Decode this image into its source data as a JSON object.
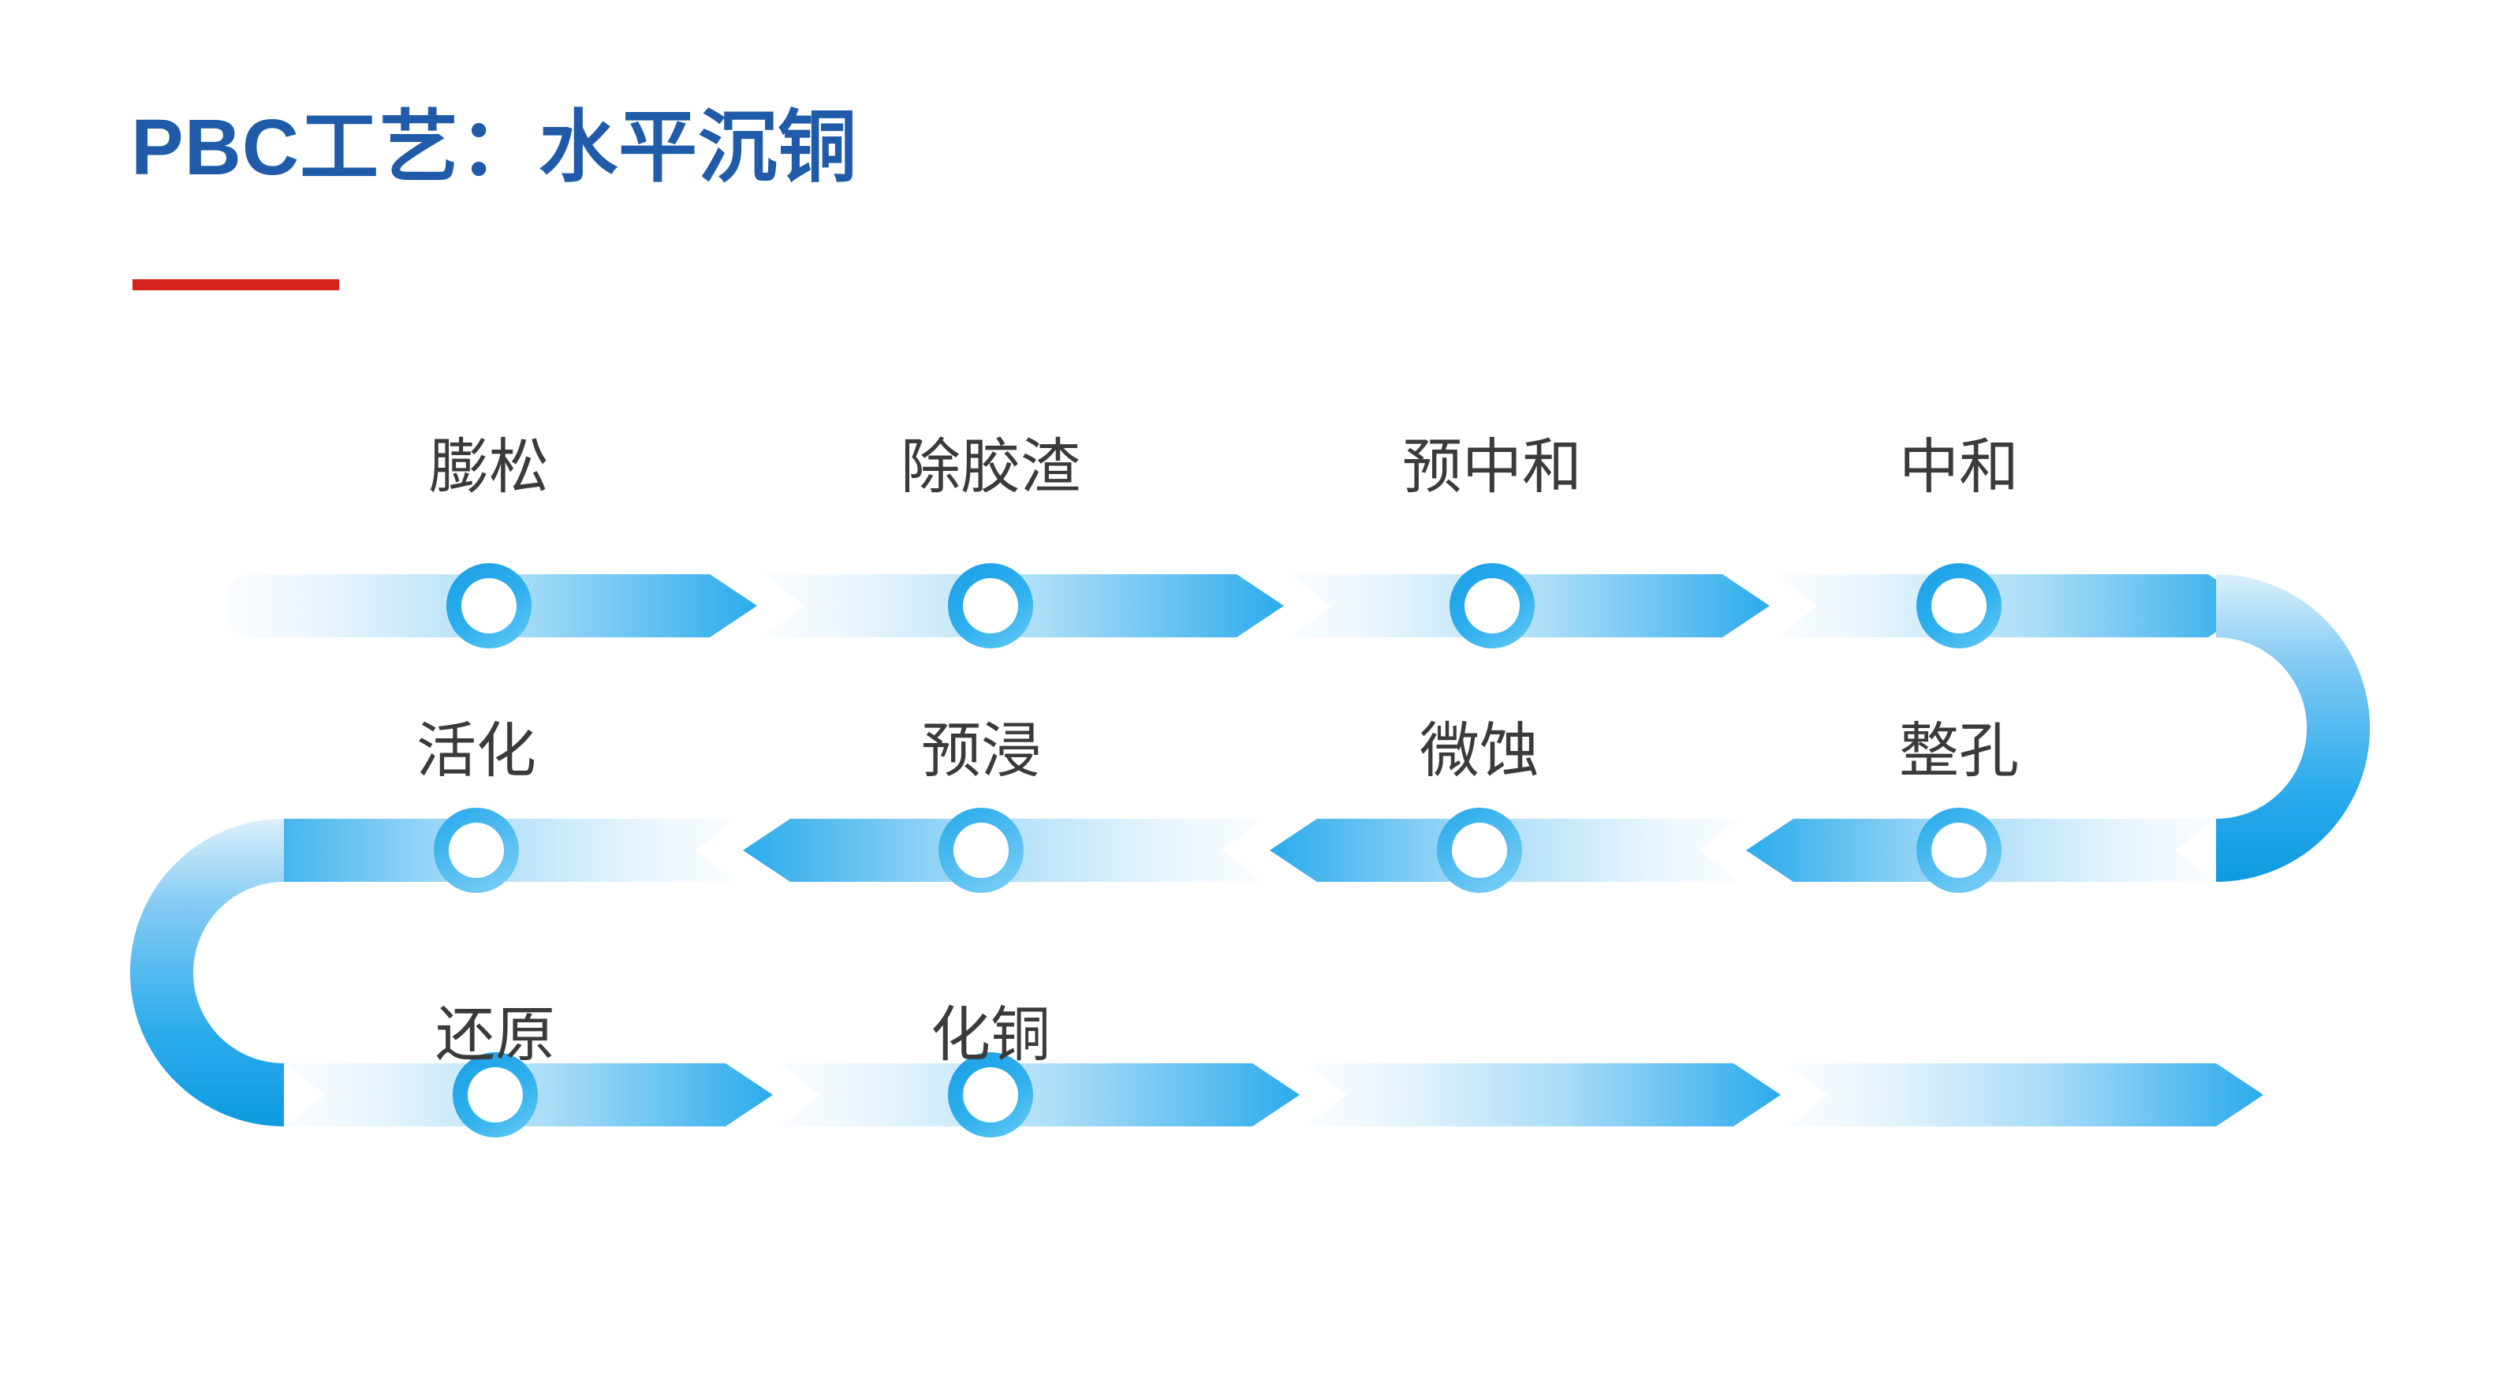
{
  "slide": {
    "title": "PBC工艺：水平沉铜",
    "accent_blue": "#1F5BA8",
    "accent_red": "#D6211C",
    "flow_blue": "#2BABEC",
    "flow_blue_deep": "#159FE3",
    "flow_blue_pale": "#F2FAFE",
    "label_color": "#3A3A3A",
    "background": "#FFFFFF"
  },
  "flow": {
    "direction_note": "serpentine: row 1 left-to-right, row 2 right-to-left, row 3 left-to-right",
    "rows": [
      {
        "row_index": 1,
        "direction": "left-to-right",
        "steps": [
          {
            "order": 1,
            "label": "膨松"
          },
          {
            "order": 2,
            "label": "除胶渣"
          },
          {
            "order": 3,
            "label": "预中和"
          },
          {
            "order": 4,
            "label": "中和"
          }
        ]
      },
      {
        "row_index": 2,
        "direction": "right-to-left",
        "steps": [
          {
            "order": 5,
            "label": "整孔"
          },
          {
            "order": 6,
            "label": "微蚀"
          },
          {
            "order": 7,
            "label": "预浸"
          },
          {
            "order": 8,
            "label": "活化"
          }
        ]
      },
      {
        "row_index": 3,
        "direction": "left-to-right",
        "steps": [
          {
            "order": 9,
            "label": "还原"
          },
          {
            "order": 10,
            "label": "化铜"
          }
        ]
      }
    ],
    "all_steps_in_order": [
      "膨松",
      "除胶渣",
      "预中和",
      "中和",
      "整孔",
      "微蚀",
      "预浸",
      "活化",
      "还原",
      "化铜"
    ]
  }
}
